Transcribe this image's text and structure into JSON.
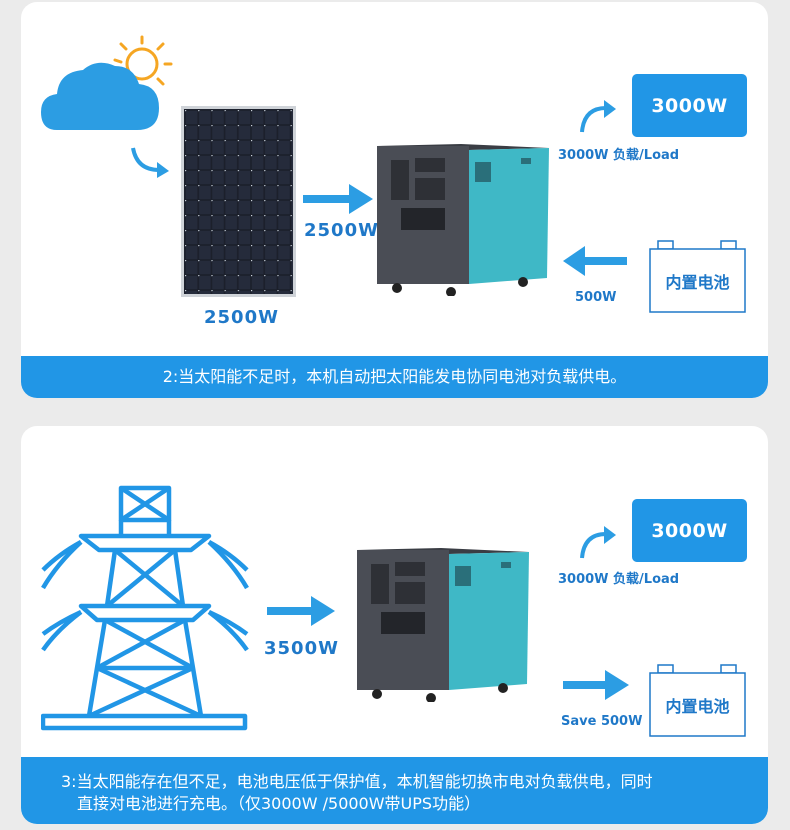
{
  "scene1": {
    "panel_power": "2500W",
    "arrow_power": "2500W",
    "load_box": "3000W",
    "load_label": "3000W  负载/Load",
    "battery_label": "内置电池",
    "battery_power": "500W",
    "caption": "2:当太阳能不足时，本机自动把太阳能发电协同电池对负载供电。"
  },
  "scene2": {
    "arrow_power": "3500W",
    "load_box": "3000W",
    "load_label": "3000W  负载/Load",
    "battery_label": "内置电池",
    "battery_power": "Save 500W",
    "caption_line1": "3:当太阳能存在但不足，电池电压低于保护值，本机智能切换市电对负载供电，同时",
    "caption_line2": "直接对电池进行充电。（仅3000W /5000W带UPS功能）"
  },
  "colors": {
    "accent": "#2196e6",
    "label": "#1f78c8",
    "machine_teal": "#3fb8c6",
    "machine_dark": "#4a4d55"
  }
}
